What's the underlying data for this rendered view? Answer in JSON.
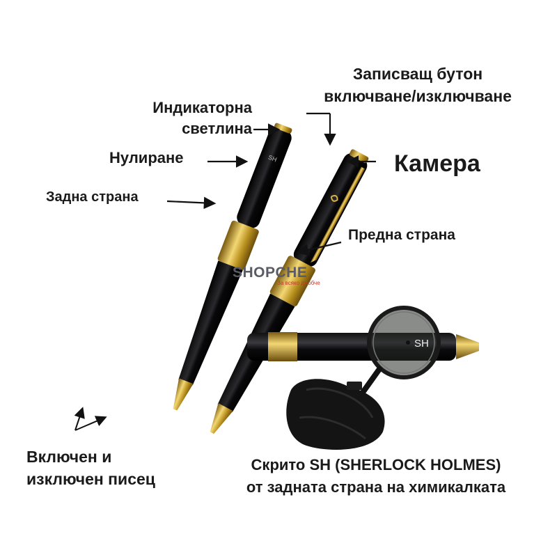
{
  "labels": {
    "indicator_line1": "Индикаторна",
    "indicator_line2": "светлина",
    "record_line1": "Записващ бутон",
    "record_line2": "включване/изключване",
    "reset": "Нулиране",
    "camera": "Камера",
    "back_side": "Задна страна",
    "front_side": "Предна страна",
    "onoff_line1": "Включен и",
    "onoff_line2": "изключен писец",
    "hidden_line1": "Скрито SH (SHERLOCK HOLMES)",
    "hidden_line2": "от задната страна на химикалката"
  },
  "watermark": {
    "brand": "SHOPCHE",
    "tagline": "За всяко джобче"
  },
  "pen_marking": "SH",
  "colors": {
    "pen_body": "#0d0d0f",
    "gold": "#c9a227",
    "text": "#1a1a1a",
    "brand_grey": "#5b5b66",
    "brand_red": "#c0392b"
  },
  "icons": [
    "arrow-icon",
    "magnifier-icon",
    "usb-cable-icon"
  ]
}
